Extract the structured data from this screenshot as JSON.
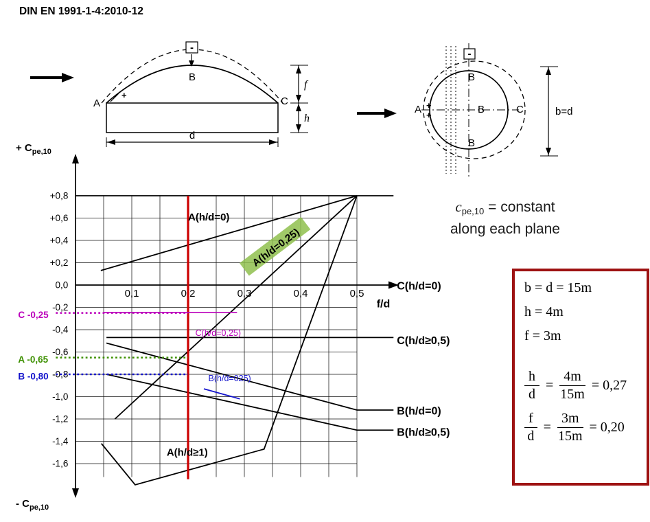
{
  "title": "DIN EN 1991-1-4:2010-12",
  "vault_diagram": {
    "labels": {
      "A": "A",
      "B": "B",
      "C": "C",
      "plus": "+",
      "minus": "-",
      "d": "d",
      "f": "f",
      "h": "h"
    }
  },
  "plan_diagram": {
    "labels": {
      "A": "A",
      "B_top": "B",
      "B_mid": "B",
      "B_bot": "B",
      "C": "C",
      "plus_upper": "+",
      "plus_lower": "+",
      "minus": "-",
      "b_eq_d": "b=d"
    },
    "caption": {
      "c": "c",
      "sub": "pe,10",
      "eq": " = constant",
      "line2": "along each plane"
    }
  },
  "chart_data": {
    "type": "line",
    "xlabel": "f/d",
    "ylabel_plus": "+ C",
    "ylabel_minus": "- C",
    "ylabel_sub": "pe,10",
    "xlim": [
      0,
      0.5
    ],
    "ylim": [
      -1.7,
      0.8
    ],
    "grid": {
      "x_step": 0.05,
      "y_step": 0.2
    },
    "x_ticks": [
      {
        "v": 0.1,
        "label": "0,1"
      },
      {
        "v": 0.2,
        "label": "0,2"
      },
      {
        "v": 0.3,
        "label": "0,3"
      },
      {
        "v": 0.4,
        "label": "0,4"
      },
      {
        "v": 0.5,
        "label": "0,5"
      }
    ],
    "y_ticks": [
      {
        "v": 0.8,
        "label": "+0,8"
      },
      {
        "v": 0.6,
        "label": "+0,6"
      },
      {
        "v": 0.4,
        "label": "+0,4"
      },
      {
        "v": 0.2,
        "label": "+0,2"
      },
      {
        "v": 0.0,
        "label": "0,0"
      },
      {
        "v": -0.2,
        "label": "-0,2"
      },
      {
        "v": -0.4,
        "label": "-0,4"
      },
      {
        "v": -0.6,
        "label": "-0,6"
      },
      {
        "v": -0.8,
        "label": "-0,8"
      },
      {
        "v": -1.0,
        "label": "-1,0"
      },
      {
        "v": -1.2,
        "label": "-1,2"
      },
      {
        "v": -1.4,
        "label": "-1,4"
      },
      {
        "v": -1.6,
        "label": "-1,6"
      }
    ],
    "series": [
      {
        "name": "cpe-max-limit",
        "points": [
          [
            0,
            0.8
          ],
          [
            0.565,
            0.8
          ]
        ],
        "width": 1.8
      },
      {
        "name": "A-hd-0",
        "points": [
          [
            0.045,
            0.13
          ],
          [
            0.5,
            0.8
          ]
        ],
        "width": 1.8
      },
      {
        "name": "A-hd-025",
        "points": [
          [
            0.07,
            -1.2
          ],
          [
            0.5,
            0.8
          ]
        ],
        "width": 1.8
      },
      {
        "name": "A-hd-ge1",
        "points": [
          [
            0.046,
            -1.42
          ],
          [
            0.106,
            -1.79
          ],
          [
            0.335,
            -1.47
          ],
          [
            0.5,
            0.8
          ]
        ],
        "width": 1.8
      },
      {
        "name": "B-hd-0",
        "points": [
          [
            0.055,
            -0.52
          ],
          [
            0.5,
            -1.12
          ],
          [
            0.565,
            -1.12
          ]
        ],
        "width": 1.8
      },
      {
        "name": "B-hd-ge05",
        "points": [
          [
            0.055,
            -0.8
          ],
          [
            0.5,
            -1.3
          ],
          [
            0.565,
            -1.3
          ]
        ],
        "width": 1.8
      },
      {
        "name": "C-hd-ge05",
        "points": [
          [
            0.055,
            -0.47
          ],
          [
            0.565,
            -0.47
          ]
        ],
        "width": 1.8
      }
    ],
    "guides": [
      {
        "name": "case-line-fd-020",
        "color": "#cc0000",
        "width": 3.2,
        "points": [
          [
            0.2,
            0.8
          ],
          [
            0.2,
            -1.74
          ]
        ]
      },
      {
        "name": "reading-line-C-025",
        "color": "#bb00bb",
        "width": 2.6,
        "dash": "2.8,3.4",
        "points": [
          [
            -0.035,
            -0.25
          ],
          [
            0.2,
            -0.25
          ]
        ]
      },
      {
        "name": "reading-line-A-065",
        "color": "#3d9000",
        "width": 2.6,
        "dash": "2.8,3.4",
        "points": [
          [
            -0.035,
            -0.65
          ],
          [
            0.2,
            -0.65
          ]
        ]
      },
      {
        "name": "reading-line-B-080",
        "color": "#1414cc",
        "width": 2.6,
        "dash": "2.8,3.4",
        "points": [
          [
            -0.035,
            -0.8
          ],
          [
            0.2,
            -0.8
          ]
        ]
      },
      {
        "name": "interp-C-hd-025",
        "color": "#bb00bb",
        "width": 1.7,
        "points": [
          [
            0.05,
            -0.245
          ],
          [
            0.287,
            -0.245
          ]
        ]
      },
      {
        "name": "interp-B-hd-025",
        "color": "#1414cc",
        "width": 1.7,
        "points": [
          [
            0.228,
            -0.93
          ],
          [
            0.292,
            -1.02
          ]
        ]
      }
    ],
    "annotations": [
      {
        "text": "A(h/d=0)",
        "f": 0.2,
        "c": 0.58,
        "size": 15,
        "bold": true
      },
      {
        "text": "A(h/d=0,25)",
        "f": 0.357,
        "c": 0.33,
        "size": 15,
        "bold": true,
        "rotate": -37,
        "bg": "#8fbf4d",
        "anchor": "middle"
      },
      {
        "text": "A(h/d≥1)",
        "f": 0.162,
        "c": -1.53,
        "size": 15,
        "bold": true
      },
      {
        "text": "C(h/d=0)",
        "f": 0.571,
        "c": -0.04,
        "size": 16,
        "bold": true
      },
      {
        "text": "f/d",
        "f": 0.535,
        "c": -0.2,
        "size": 16,
        "bold": true
      },
      {
        "text": "C(h/d≥0,5)",
        "f": 0.571,
        "c": -0.53,
        "size": 16,
        "bold": true
      },
      {
        "text": "B(h/d=0)",
        "f": 0.571,
        "c": -1.16,
        "size": 16,
        "bold": true
      },
      {
        "text": "B(h/d≥0,5)",
        "f": 0.571,
        "c": -1.35,
        "size": 16,
        "bold": true
      },
      {
        "text": "C(h/d=0,25)",
        "f": 0.213,
        "c": -0.455,
        "size": 12.5,
        "color": "#bb00bb"
      },
      {
        "text": "B(h/d=025)",
        "f": 0.236,
        "c": -0.86,
        "size": 12.5,
        "color": "#1414cc"
      },
      {
        "text": "C -0,25",
        "f": -0.102,
        "c": -0.295,
        "size": 13.5,
        "bold": true,
        "color": "#bb00bb"
      },
      {
        "text": "A -0,65",
        "f": -0.102,
        "c": -0.695,
        "size": 13.5,
        "bold": true,
        "color": "#3d9000"
      },
      {
        "text": "B -0,80",
        "f": -0.102,
        "c": -0.845,
        "size": 13.5,
        "bold": true,
        "color": "#1414cc"
      }
    ]
  },
  "example_box": {
    "line1": "b = d = 15m",
    "line2": "h = 4m",
    "line3": "f = 3m",
    "frac1": {
      "num": "h",
      "den": "d",
      "eq": "=",
      "rnum": "4m",
      "rden": "15m",
      "result": "= 0,27"
    },
    "frac2": {
      "num": "f",
      "den": "d",
      "eq": "=",
      "rnum": "3m",
      "rden": "15m",
      "result": "= 0,20"
    }
  }
}
